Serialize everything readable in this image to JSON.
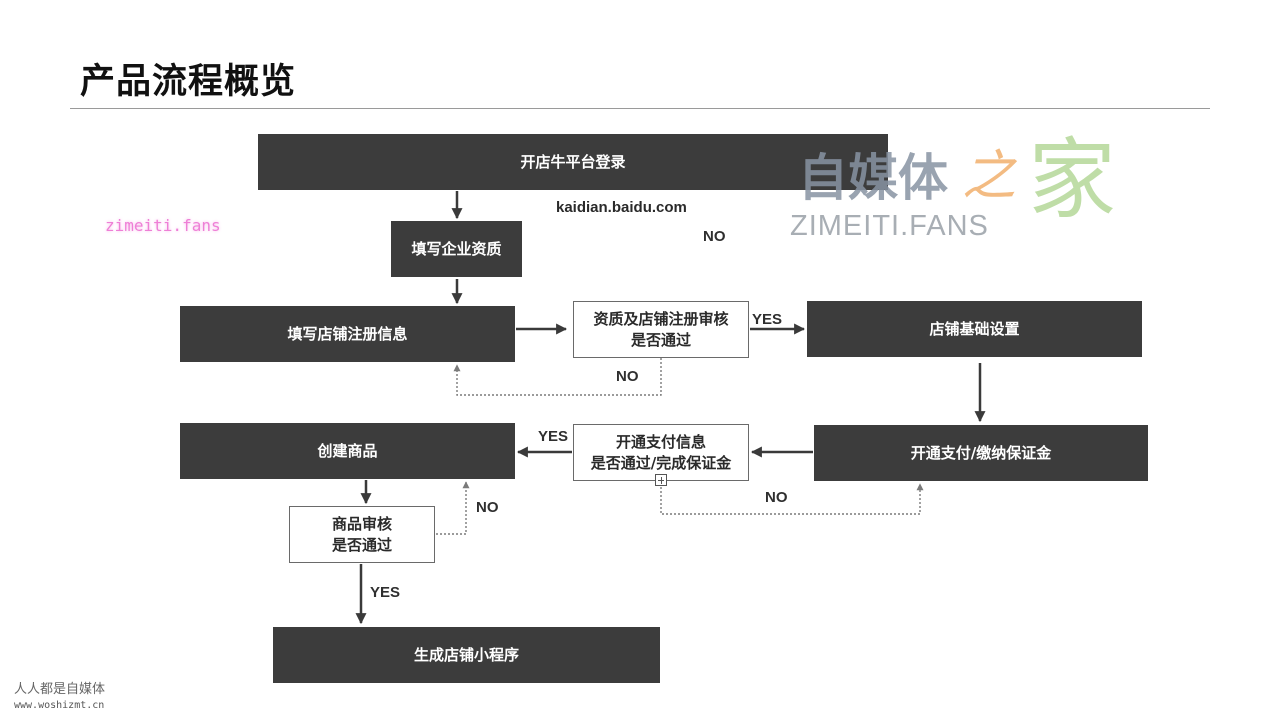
{
  "slide": {
    "title": "产品流程概览"
  },
  "colors": {
    "box_dark": "#3c3c3c",
    "box_text": "#ffffff",
    "arrow": "#3a3a3a",
    "dashed": "#7a7a7a",
    "rule": "#9a9a9a"
  },
  "flow": {
    "login": "开店牛平台登录",
    "login_url": "kaidian.baidu.com",
    "fill_qualification": "填写企业资质",
    "fill_store_info": "填写店铺注册信息",
    "review_registration": {
      "line1": "资质及店铺注册审核",
      "line2": "是否通过"
    },
    "store_settings": "店铺基础设置",
    "payment_deposit": "开通支付/缴纳保证金",
    "review_payment": {
      "line1": "开通支付信息",
      "line2": "是否通过/完成保证金"
    },
    "create_product": "创建商品",
    "review_product": {
      "line1": "商品审核",
      "line2": "是否通过"
    },
    "generate_miniprogram": "生成店铺小程序"
  },
  "edge_labels": {
    "top_no": "NO",
    "registration_yes": "YES",
    "registration_no": "NO",
    "payment_yes": "YES",
    "payment_no": "NO",
    "product_no": "NO",
    "product_yes": "YES"
  },
  "watermarks": {
    "site_text": "zimeiti.fans",
    "logo_cn": "自媒体",
    "logo_zhi": "之",
    "logo_jia": "家",
    "logo_en": "ZIMEITI.FANS",
    "footer_cn": "人人都是自媒体",
    "footer_url": "www.woshizmt.cn"
  }
}
